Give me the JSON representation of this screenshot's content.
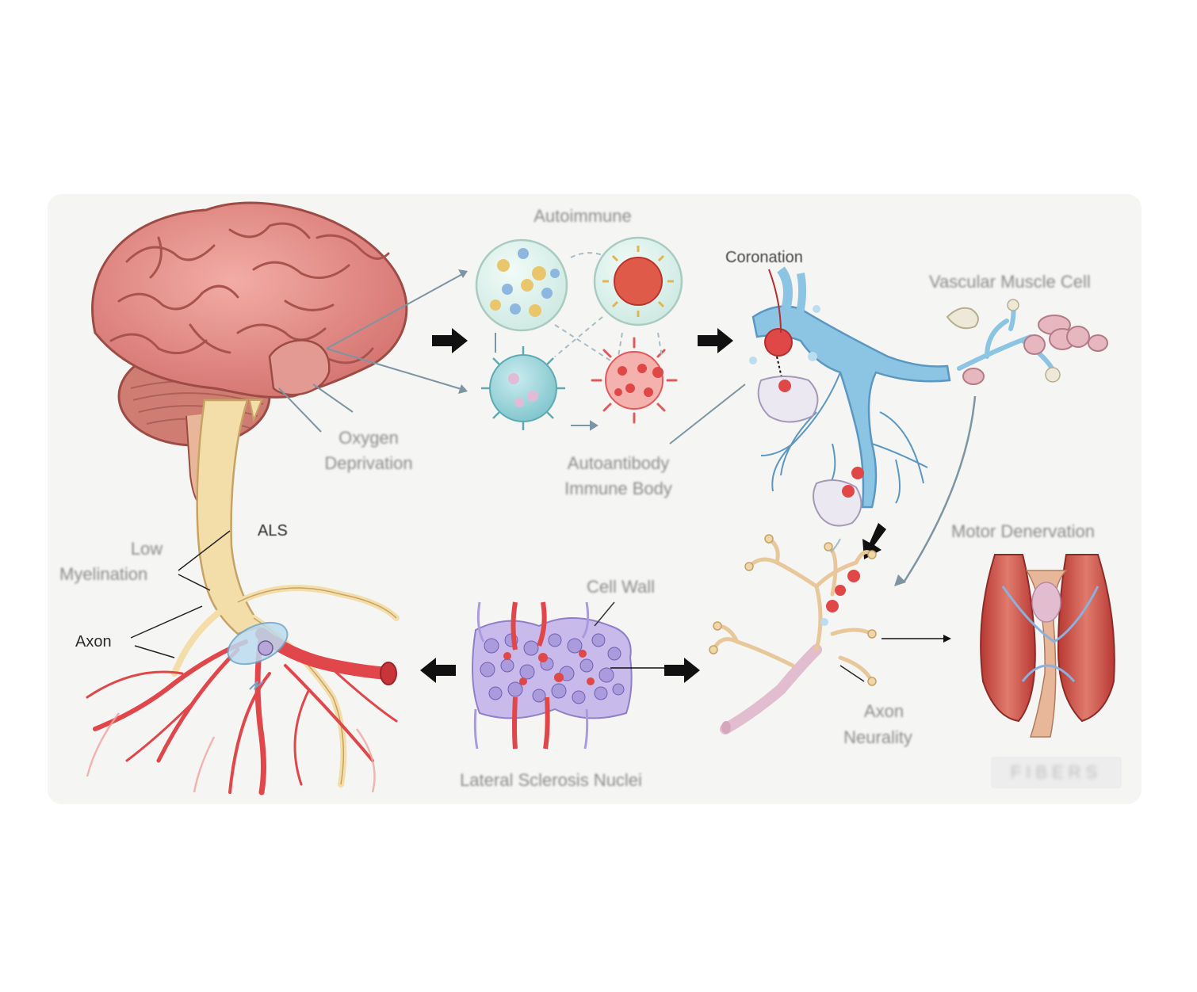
{
  "labels": {
    "top_center": "Autoimmune",
    "brain_caption_line1": "Oxygen",
    "brain_caption_line2": "Deprivation",
    "antibody_line1": "Autoantibody",
    "antibody_line2": "Immune Body",
    "coronation": "Coronation",
    "top_right": "Vascular Muscle Cell",
    "nerve_top": "ALS",
    "left_line1": "Low",
    "left_line2": "Myelination",
    "left_bottom": "Axon",
    "center_top": "Cell Wall",
    "center_bottom": "Lateral Sclerosis Nuclei",
    "neuron_line1": "Axon",
    "neuron_line2": "Neurality",
    "right_title": "Motor Denervation",
    "right_bottom": "FIBERS"
  },
  "colors": {
    "brain": "#e08a86",
    "nerve": "#f3deaa",
    "vessel_red": "#e0474a",
    "vessel_blue": "#8cc4e4",
    "cell_purple": "#a99bdc",
    "muscle": "#c94a44",
    "arrow": "#111111",
    "pointer": "#7d95a2"
  }
}
